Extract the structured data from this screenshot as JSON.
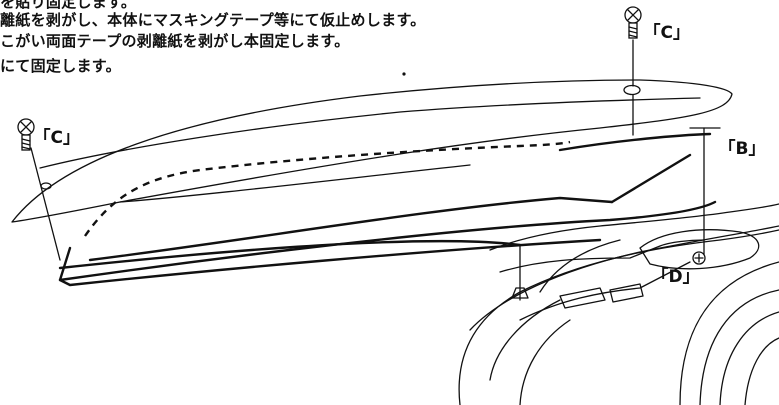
{
  "instructions": [
    "を貼り固定します。",
    "離紙を剥がし、本体にマスキングテープ等にて仮止めします。",
    "こがい両面テープの剥離紙を剥がし本固定します。",
    "にて固定します。"
  ],
  "labels": {
    "c_right": "｢C｣",
    "c_left": "｢C｣",
    "b": "｢B｣",
    "d": "｢D｣"
  }
}
